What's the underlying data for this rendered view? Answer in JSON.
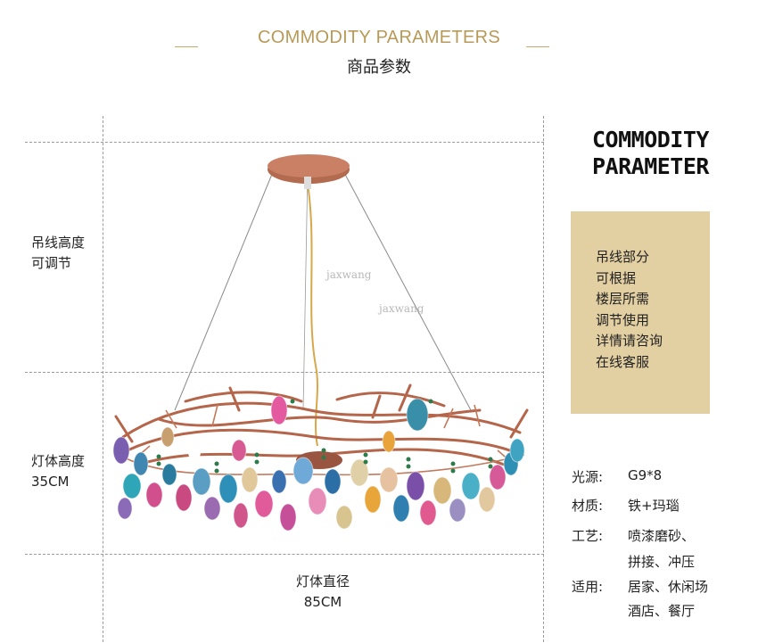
{
  "header": {
    "title_en": "COMMODITY PARAMETERS",
    "title_cn": "商品参数"
  },
  "dimensions": {
    "cable_label": [
      "吊线高度",
      "可调节"
    ],
    "body_height_label": "灯体高度",
    "body_height_value": "35CM",
    "diameter_label": "灯体直径",
    "diameter_value": "85CM"
  },
  "watermarks": [
    "jaxwang",
    "jaxwang"
  ],
  "sidebar": {
    "title_lines": [
      "COMMODITY",
      "PARAMETER"
    ],
    "note_lines": [
      "吊线部分",
      "可根据",
      "楼层所需",
      "调节使用",
      "详情请咨询",
      "在线客服"
    ],
    "specs": [
      {
        "key": "光源:",
        "values": [
          "G9*8"
        ]
      },
      {
        "key": "材质:",
        "values": [
          "铁+玛瑙"
        ]
      },
      {
        "key": "工艺:",
        "values": [
          "喷漆磨砂、",
          "拼接、冲压"
        ]
      },
      {
        "key": "适用:",
        "values": [
          "居家、休闲场",
          "酒店、餐厅"
        ]
      }
    ]
  },
  "colors": {
    "accent_gold": "#b89a58",
    "note_bg": "#e2cfa2",
    "copper": "#b5654a"
  }
}
